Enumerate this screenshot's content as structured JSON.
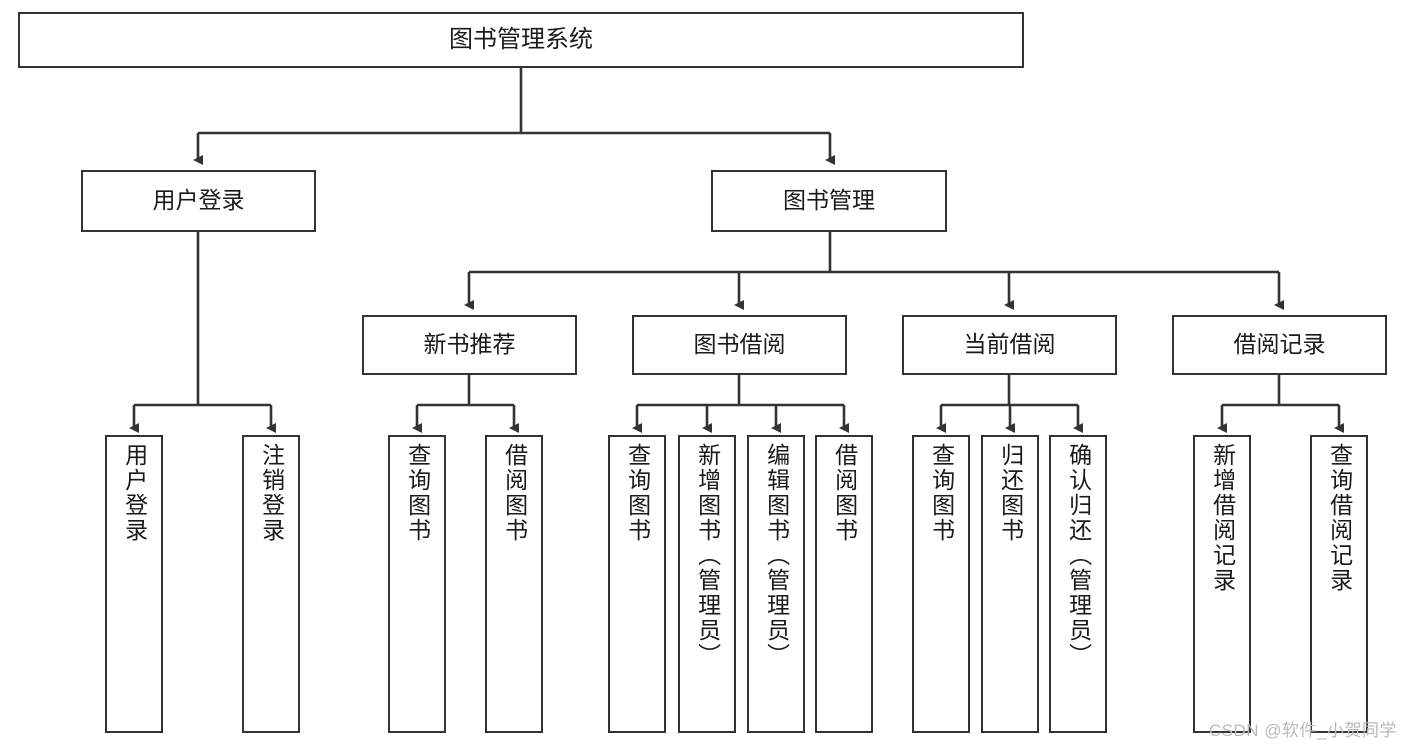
{
  "diagram": {
    "title": "图书管理系统",
    "type": "tree-hierarchy-chart",
    "watermark": "CSDN @软件_小贺同学",
    "colors": {
      "node_border": "#333333",
      "node_fill": "#ffffff",
      "edge": "#333333",
      "text": "#1a1a1a",
      "watermark": "#b9b9b9"
    },
    "root": {
      "label": "图书管理系统"
    },
    "level2": [
      {
        "label": "用户登录"
      },
      {
        "label": "图书管理"
      }
    ],
    "level3": [
      {
        "label": "新书推荐"
      },
      {
        "label": "图书借阅"
      },
      {
        "label": "当前借阅"
      },
      {
        "label": "借阅记录"
      }
    ],
    "leaves": {
      "user_login": [
        {
          "label": "用户登录"
        },
        {
          "label": "注销登录"
        }
      ],
      "new_book": [
        {
          "label": "查询图书"
        },
        {
          "label": "借阅图书"
        }
      ],
      "book_borrow": [
        {
          "label": "查询图书"
        },
        {
          "label": "新增图书（管理员）"
        },
        {
          "label": "编辑图书（管理员）"
        },
        {
          "label": "借阅图书"
        }
      ],
      "current_borrow": [
        {
          "label": "查询图书"
        },
        {
          "label": "归还图书"
        },
        {
          "label": "确认归还（管理员）"
        }
      ],
      "borrow_record": [
        {
          "label": "新增借阅记录"
        },
        {
          "label": "查询借阅记录"
        }
      ]
    }
  }
}
